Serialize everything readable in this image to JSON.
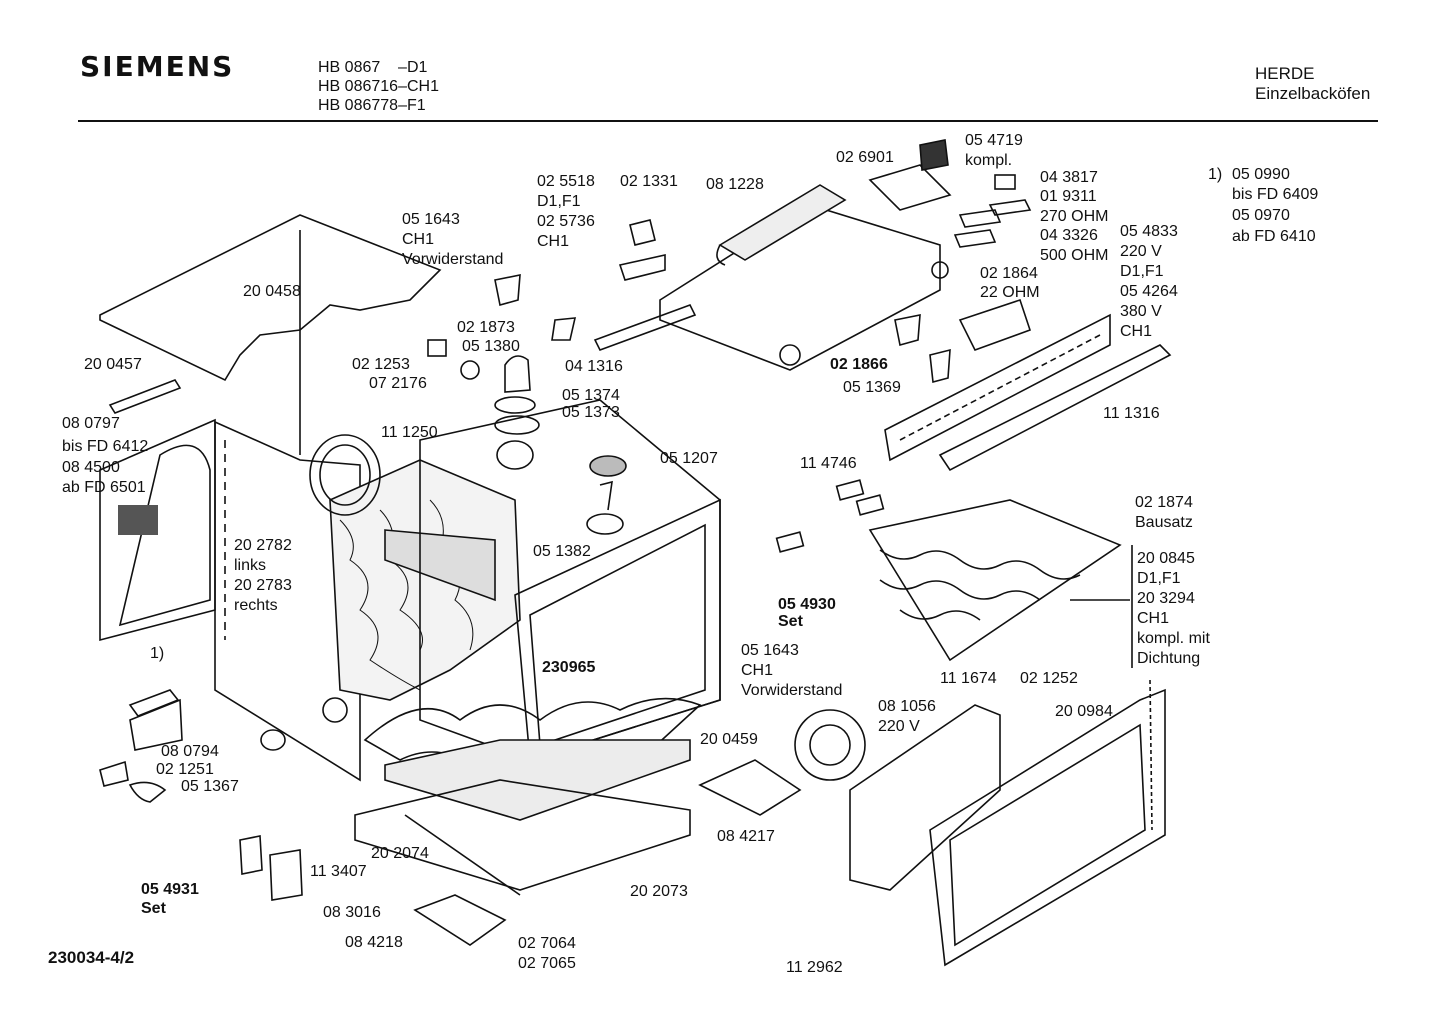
{
  "header": {
    "brand": "SIEMENS",
    "models": [
      "HB 0867    –D1",
      "HB 086716–CH1",
      "HB 086778–F1"
    ],
    "category": "HERDE",
    "subcategory": "Einzelbacköfen"
  },
  "footer": {
    "doc_number": "230034-4/2"
  },
  "labels": {
    "l_200458": "20 0458",
    "l_051643a": "05 1643",
    "l_ch1a": "CH1",
    "l_vorwa": "Vorwiderstand",
    "l_025518": "02 5518",
    "l_d1f1a": "D1,F1",
    "l_025736": "02 5736",
    "l_ch1b": "CH1",
    "l_021331": "02 1331",
    "l_081228": "08 1228",
    "l_026901": "02 6901",
    "l_054719": "05 4719",
    "l_kompl": "kompl.",
    "l_043817": "04 3817",
    "l_019311": "01 9311",
    "l_270ohm": "270 OHM",
    "l_043326": "04 3326",
    "l_500ohm": "500 OHM",
    "l_054833": "05 4833",
    "l_220v": "220 V",
    "l_d1f1b": "D1,F1",
    "l_054264": "05 4264",
    "l_380v": "380 V",
    "l_ch1c": "CH1",
    "l_021864": "02 1864",
    "l_22ohm": "22 OHM",
    "l_fn1": "1)",
    "l_050990": "05 0990",
    "l_bisfd6409": "bis FD 6409",
    "l_050970": "05 0970",
    "l_abfd6410": "ab FD 6410",
    "l_200457": "20 0457",
    "l_021873": "02 1873",
    "l_051380": "05 1380",
    "l_021253": "02 1253",
    "l_072176": "07 2176",
    "l_041316": "04 1316",
    "l_021866": "02 1866",
    "l_051369": "05 1369",
    "l_111316": "11 1316",
    "l_080797": "08 0797",
    "l_bisfd6412": "bis FD 6412",
    "l_084500": "08 4500",
    "l_abfd6501": "ab FD 6501",
    "l_051374": "05 1374",
    "l_051373": "05 1373",
    "l_111250": "11 1250",
    "l_051207": "05 1207",
    "l_114746": "11 4746",
    "l_021874": "02 1874",
    "l_bausatz": "Bausatz",
    "l_051382": "05 1382",
    "l_202782": "20 2782",
    "l_links": "links",
    "l_202783": "20 2783",
    "l_rechts": "rechts",
    "l_200845": "20 0845",
    "l_d1f1c": "D1,F1",
    "l_203294": "20 3294",
    "l_ch1d": "CH1",
    "l_komplmit": "kompl. mit",
    "l_dichtung": "Dichtung",
    "l_054930": "05 4930",
    "l_set1": "Set",
    "l_051643b": "05 1643",
    "l_ch1e": "CH1",
    "l_vorwb": "Vorwiderstand",
    "l_230965": "230965",
    "l_fn1b": "1)",
    "l_111674": "11 1674",
    "l_021252": "02 1252",
    "l_200984": "20 0984",
    "l_081056": "08 1056",
    "l_220vb": "220 V",
    "l_080794": "08 0794",
    "l_021251": "02 1251",
    "l_051367": "05 1367",
    "l_200459": "20 0459",
    "l_084217": "08 4217",
    "l_202074": "20 2074",
    "l_113407": "11 3407",
    "l_202073": "20 2073",
    "l_054931": "05 4931",
    "l_set2": "Set",
    "l_083016": "08 3016",
    "l_084218": "08 4218",
    "l_027064": "02 7064",
    "l_027065": "02 7065",
    "l_112962": "11 2962"
  }
}
